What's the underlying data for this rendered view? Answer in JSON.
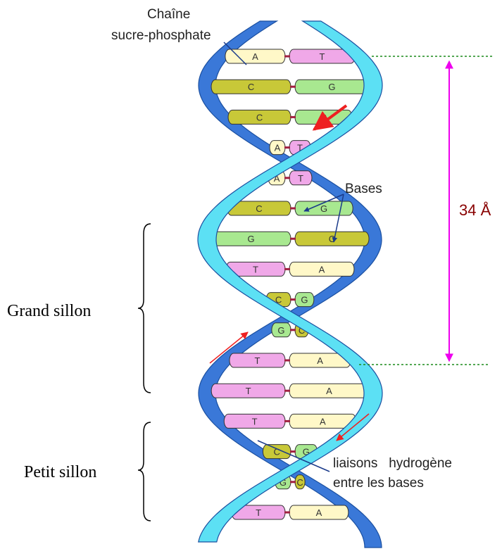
{
  "labels": {
    "chain_line1": "Chaîne",
    "chain_line2": "sucre-phosphate",
    "bases": "Bases",
    "pitch": "34 Å",
    "major_groove": "Grand sillon",
    "minor_groove": "Petit sillon",
    "hbonds_line1": "liaisons   hydrogène",
    "hbonds_line2": "entre les bases"
  },
  "base_colors": {
    "A": "#fff8c8",
    "T": "#f0a8e8",
    "C": "#c8c838",
    "G": "#a8e890"
  },
  "strand_colors": {
    "front": "#5ce0f4",
    "back": "#3a78d8"
  },
  "accent_colors": {
    "pitch": "#ee00ee",
    "pitch_label": "#880000",
    "arrows": "#ee2020",
    "guides": "#1a8a1a"
  },
  "base_pairs": [
    {
      "left": "A",
      "right": "T"
    },
    {
      "left": "C",
      "right": "G"
    },
    {
      "left": "C",
      "right": "G"
    },
    {
      "left": "A",
      "right": "T"
    },
    {
      "left": "A",
      "right": "T"
    },
    {
      "left": "C",
      "right": "G"
    },
    {
      "left": "G",
      "right": "C"
    },
    {
      "left": "T",
      "right": "A"
    },
    {
      "left": "C",
      "right": "G"
    },
    {
      "left": "G",
      "right": "C"
    },
    {
      "left": "T",
      "right": "A"
    },
    {
      "left": "T",
      "right": "A"
    },
    {
      "left": "T",
      "right": "A"
    },
    {
      "left": "C",
      "right": "G"
    },
    {
      "left": "G",
      "right": "C"
    },
    {
      "left": "T",
      "right": "A"
    }
  ]
}
